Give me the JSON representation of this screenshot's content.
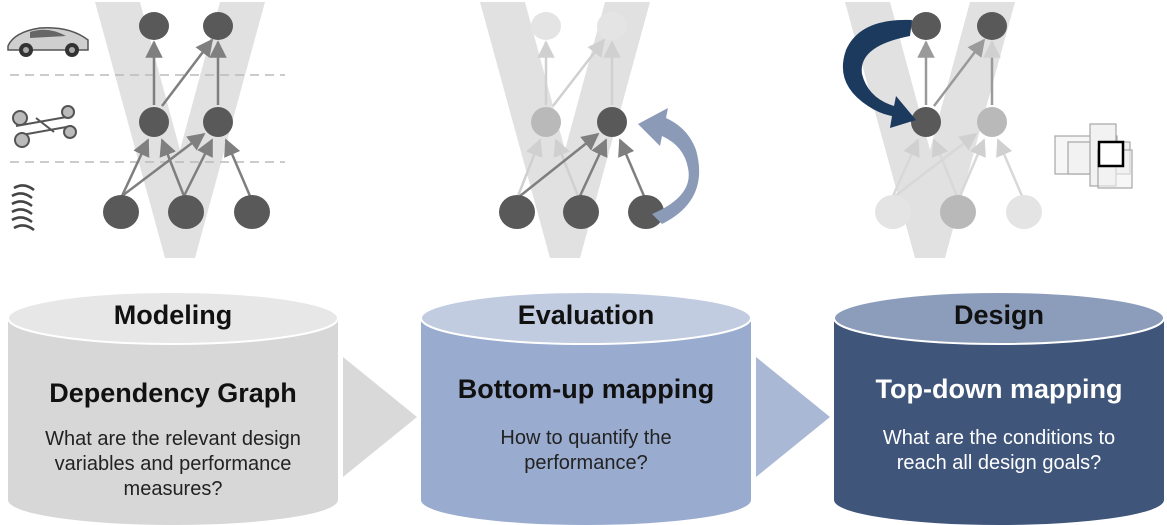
{
  "panels": [
    {
      "title": "Modeling",
      "heading": "Dependency Graph",
      "question": "What are the relevant design variables and performance measures?",
      "colors": {
        "top": "#e7e7e7",
        "body": "#d7d7d7",
        "heading": "#111111",
        "question": "#222222"
      }
    },
    {
      "title": "Evaluation",
      "heading": "Bottom-up mapping",
      "question": "How to quantify the performance?",
      "colors": {
        "top": "#c2cce0",
        "body": "#99accf",
        "heading": "#111111",
        "question": "#222222"
      }
    },
    {
      "title": "Design",
      "heading": "Top-down mapping",
      "question": "What are the conditions to reach all design goals?",
      "colors": {
        "top": "#8c9dbb",
        "body": "#3f557a",
        "heading": "#ffffff",
        "question": "#ffffff"
      }
    }
  ],
  "graph_icons": {
    "level_icons": [
      "car-icon",
      "chassis-icon",
      "spring-icon"
    ],
    "evaluation_arrow": "curved-up-arrow-icon",
    "design_arrow": "curved-down-arrow-icon",
    "solution_space": "overlapping-boxes-icon"
  },
  "colors": {
    "node_active": "#595959",
    "node_faded": "#d6d6d6",
    "node_mid": "#b9b9b9",
    "v_shape": "#e1e1e1",
    "chevron": "#d9d9d9",
    "chevron_blue": "#a9b8d4",
    "arrow_dark": "#1c3a5e"
  }
}
